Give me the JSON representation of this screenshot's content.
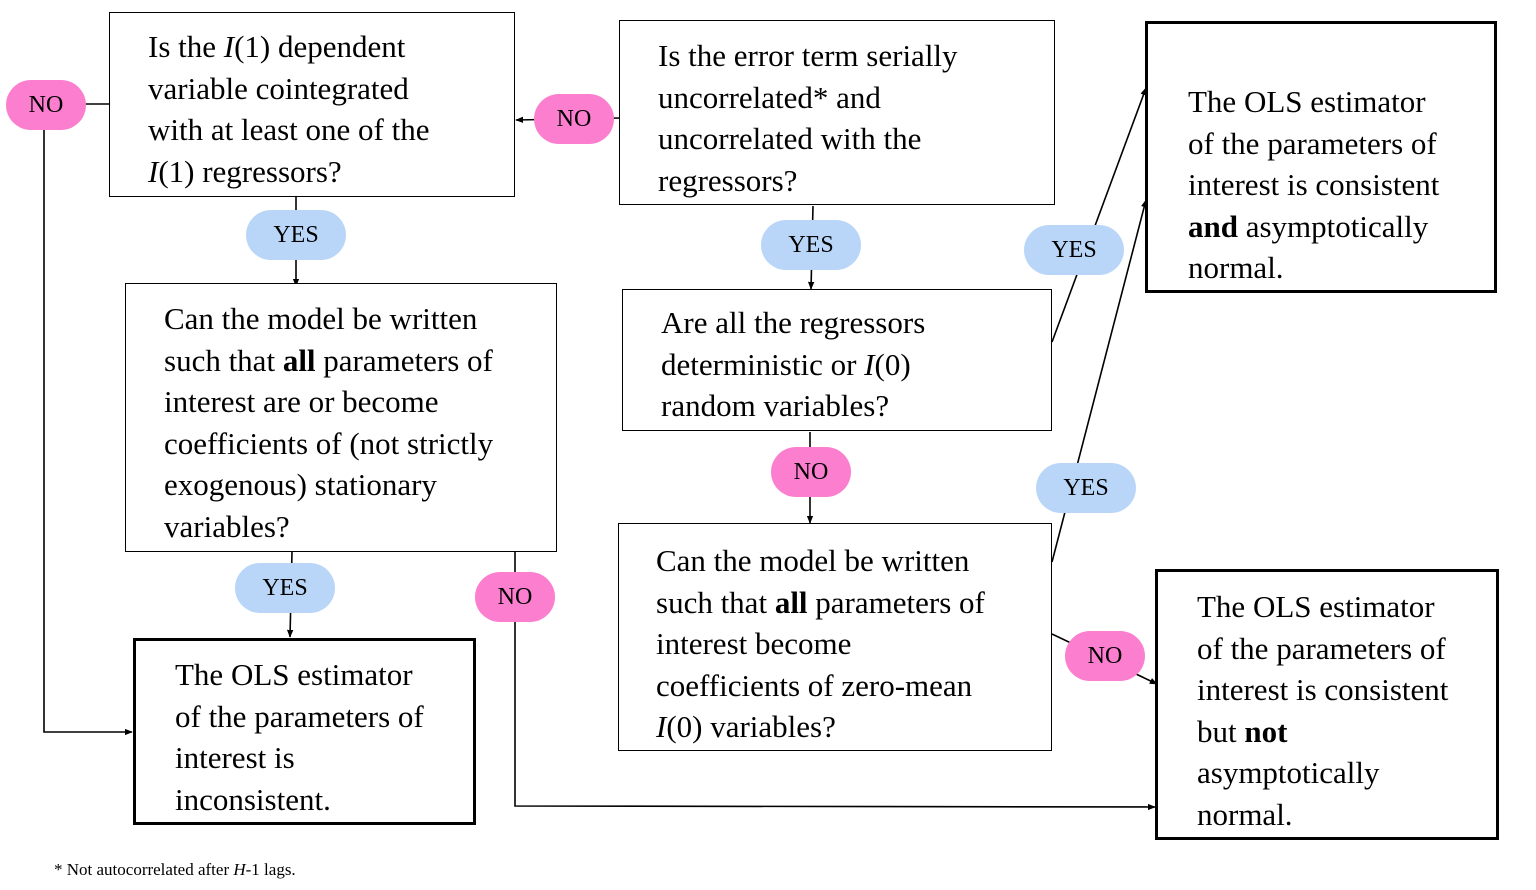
{
  "colors": {
    "no_pill": "#fb7ecf",
    "yes_pill": "#b9d6f8",
    "lines": "#000000"
  },
  "boxes": {
    "q_error_term": {
      "lines": [
        [
          {
            "t": "Is the error term serially"
          }
        ],
        [
          {
            "t": "uncorrelated* and"
          }
        ],
        [
          {
            "t": "uncorrelated with the"
          }
        ],
        [
          {
            "t": "regressors?"
          }
        ]
      ]
    },
    "q_cointegrated": {
      "lines": [
        [
          {
            "t": "Is the "
          },
          {
            "t": "I",
            "i": true
          },
          {
            "t": "(1) dependent"
          }
        ],
        [
          {
            "t": "variable cointegrated"
          }
        ],
        [
          {
            "t": "with at least one of the"
          }
        ],
        [
          {
            "t": "I",
            "i": true
          },
          {
            "t": "(1) regressors?"
          }
        ]
      ]
    },
    "q_deterministic": {
      "lines": [
        [
          {
            "t": "Are all the regressors"
          }
        ],
        [
          {
            "t": "deterministic or "
          },
          {
            "t": "I",
            "i": true
          },
          {
            "t": "(0)"
          }
        ],
        [
          {
            "t": "random variables?"
          }
        ]
      ]
    },
    "q_rewrite_stationary": {
      "lines": [
        [
          {
            "t": "Can the model be written"
          }
        ],
        [
          {
            "t": "such that "
          },
          {
            "t": "all",
            "b": true
          },
          {
            "t": " parameters of"
          }
        ],
        [
          {
            "t": "interest are or become"
          }
        ],
        [
          {
            "t": "coefficients of (not strictly"
          }
        ],
        [
          {
            "t": "exogenous) stationary"
          }
        ],
        [
          {
            "t": "variables?"
          }
        ]
      ]
    },
    "q_rewrite_zero_mean": {
      "lines": [
        [
          {
            "t": "Can the model be written"
          }
        ],
        [
          {
            "t": "such that "
          },
          {
            "t": "all",
            "b": true
          },
          {
            "t": " parameters of"
          }
        ],
        [
          {
            "t": "interest become"
          }
        ],
        [
          {
            "t": "coefficients of zero-mean"
          }
        ],
        [
          {
            "t": "I",
            "i": true
          },
          {
            "t": "(0) variables?"
          }
        ]
      ]
    },
    "r_consistent_normal": {
      "lines": [
        [
          {
            "t": "The OLS estimator"
          }
        ],
        [
          {
            "t": "of the parameters of"
          }
        ],
        [
          {
            "t": "interest is consistent"
          }
        ],
        [
          {
            "t": "and",
            "b": true
          },
          {
            "t": " asymptotically"
          }
        ],
        [
          {
            "t": "normal."
          }
        ]
      ]
    },
    "r_inconsistent": {
      "lines": [
        [
          {
            "t": "The OLS estimator"
          }
        ],
        [
          {
            "t": "of the parameters of"
          }
        ],
        [
          {
            "t": "interest is"
          }
        ],
        [
          {
            "t": "inconsistent."
          }
        ]
      ]
    },
    "r_consistent_not_normal": {
      "lines": [
        [
          {
            "t": "The OLS estimator"
          }
        ],
        [
          {
            "t": "of the parameters of"
          }
        ],
        [
          {
            "t": "interest is consistent"
          }
        ],
        [
          {
            "t": "but "
          },
          {
            "t": "not",
            "b": true
          }
        ],
        [
          {
            "t": "asymptotically"
          }
        ],
        [
          {
            "t": "normal."
          }
        ]
      ]
    }
  },
  "pills": {
    "no_error_term": "NO",
    "no_cointegrated": "NO",
    "no_deterministic": "NO",
    "no_rewrite_stationary": "NO",
    "no_rewrite_zero_mean": "NO",
    "yes_cointegrated": "YES",
    "yes_error_term": "YES",
    "yes_rewrite_stationary": "YES",
    "yes_deterministic": "YES",
    "yes_rewrite_zero_mean": "YES"
  },
  "footnote": [
    {
      "t": "* Not autocorrelated after "
    },
    {
      "t": "H",
      "i": true
    },
    {
      "t": "-1 lags."
    }
  ]
}
